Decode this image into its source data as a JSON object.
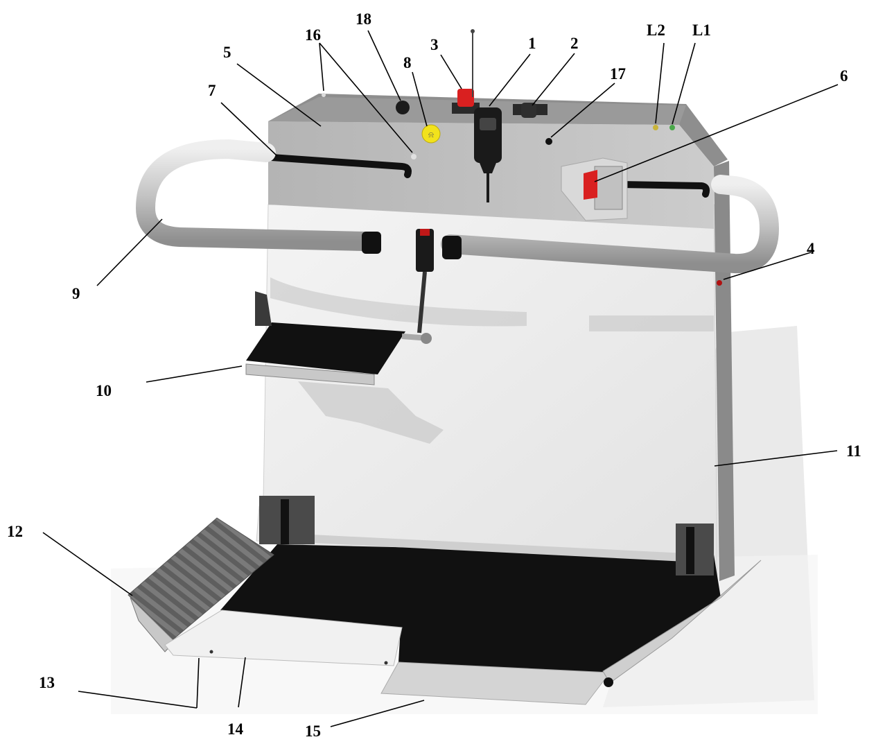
{
  "callouts": {
    "l1": "1",
    "l2": "2",
    "l3": "3",
    "l4": "4",
    "l5": "5",
    "l6": "6",
    "l7": "7",
    "l8": "8",
    "l9": "9",
    "l10": "10",
    "l11": "11",
    "l12": "12",
    "l13": "13",
    "l14": "14",
    "l15": "15",
    "l16": "16",
    "l17": "17",
    "l18": "18",
    "lL1": "L1",
    "lL2": "L2"
  },
  "colors": {
    "panel": "#bfbfbf",
    "back_panel": "#ececec",
    "platform": "#111111",
    "rail": "#c4c4c4",
    "ramp_ribbed": "#6e6e6e",
    "estop": "#d92020",
    "bell": "#f2e21c"
  }
}
